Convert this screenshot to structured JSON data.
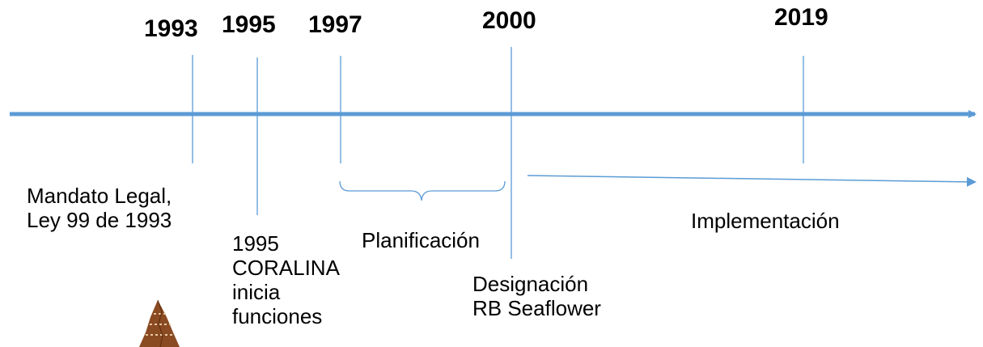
{
  "years": {
    "y1993": "1993",
    "y1995": "1995",
    "y1997": "1997",
    "y2000": "2000",
    "y2019": "2019"
  },
  "events": {
    "mandato": [
      "Mandato Legal,",
      "Ley 99 de 1993"
    ],
    "coralina": [
      "1995",
      "CORALINA",
      "inicia",
      "funciones"
    ],
    "designacion": [
      "Designación",
      "RB Seaflower"
    ]
  },
  "phases": {
    "planificacion": "Planificación",
    "implementacion": "Implementación"
  },
  "colors": {
    "axis": "#5b9bd5",
    "text": "#000000",
    "shell": "#8a4a22"
  },
  "icons": {
    "shell": "cone-shell-icon"
  }
}
